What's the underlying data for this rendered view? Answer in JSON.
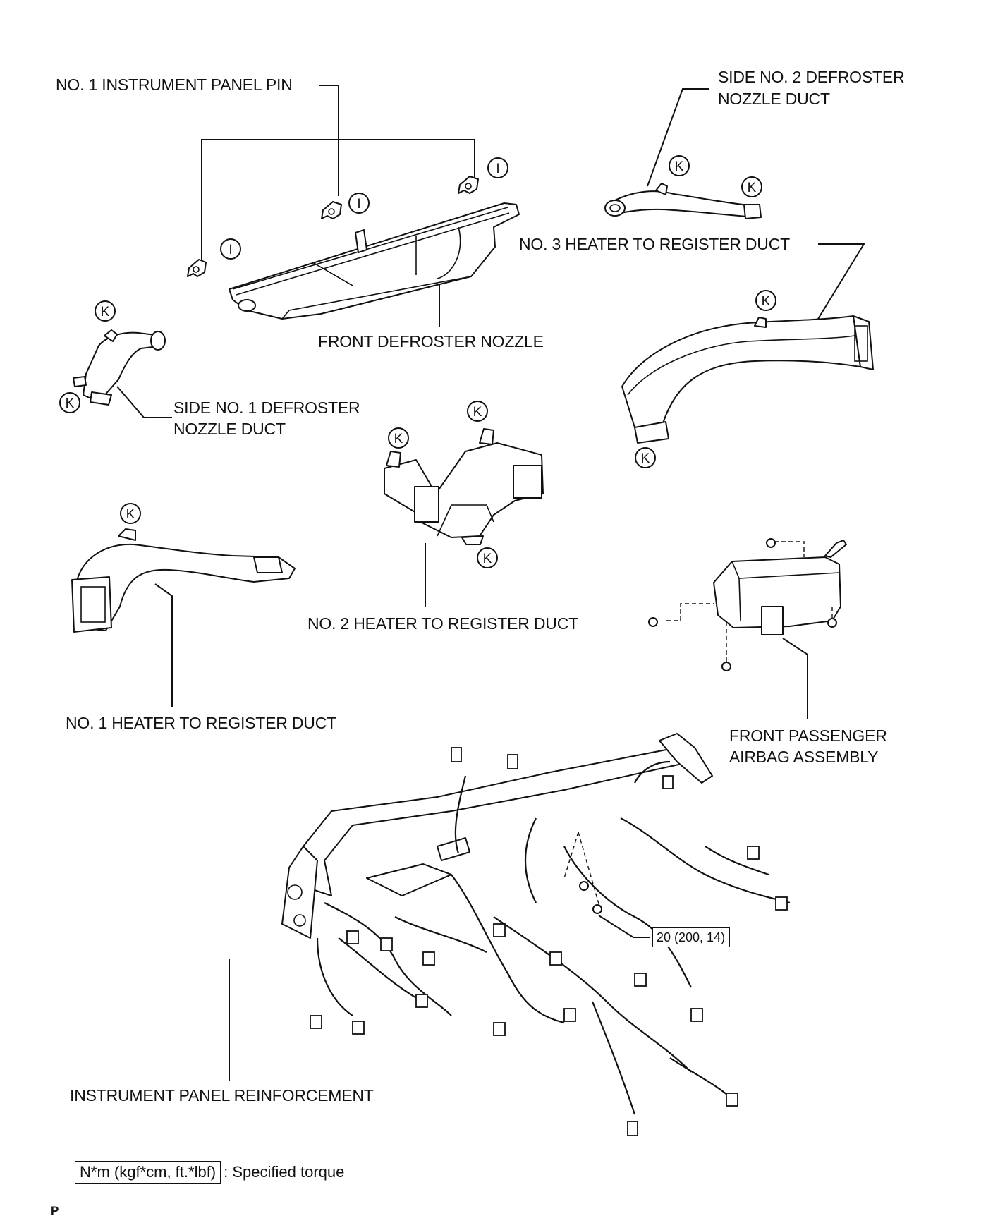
{
  "labels": {
    "instrument_panel_pin": "NO. 1 INSTRUMENT PANEL PIN",
    "side_no2_defroster_line1": "SIDE NO. 2 DEFROSTER",
    "side_no2_defroster_line2": "NOZZLE DUCT",
    "no3_heater_duct": "NO. 3 HEATER TO REGISTER DUCT",
    "front_defroster_nozzle": "FRONT DEFROSTER NOZZLE",
    "side_no1_defroster_line1": "SIDE NO. 1 DEFROSTER",
    "side_no1_defroster_line2": "NOZZLE DUCT",
    "no2_heater_duct": "NO. 2 HEATER TO REGISTER DUCT",
    "no1_heater_duct": "NO. 1 HEATER TO REGISTER DUCT",
    "front_passenger_airbag_line1": "FRONT PASSENGER",
    "front_passenger_airbag_line2": "AIRBAG ASSEMBLY",
    "instrument_panel_reinforcement": "INSTRUMENT PANEL REINFORCEMENT"
  },
  "torque": {
    "reinforcement_bolt": "20 (200, 14)"
  },
  "legend": {
    "unit_box": "N*m (kgf*cm, ft.*lbf)",
    "text": ": Specified torque"
  },
  "markers": {
    "pin": "I",
    "clip": "K"
  },
  "page_mark": "P"
}
